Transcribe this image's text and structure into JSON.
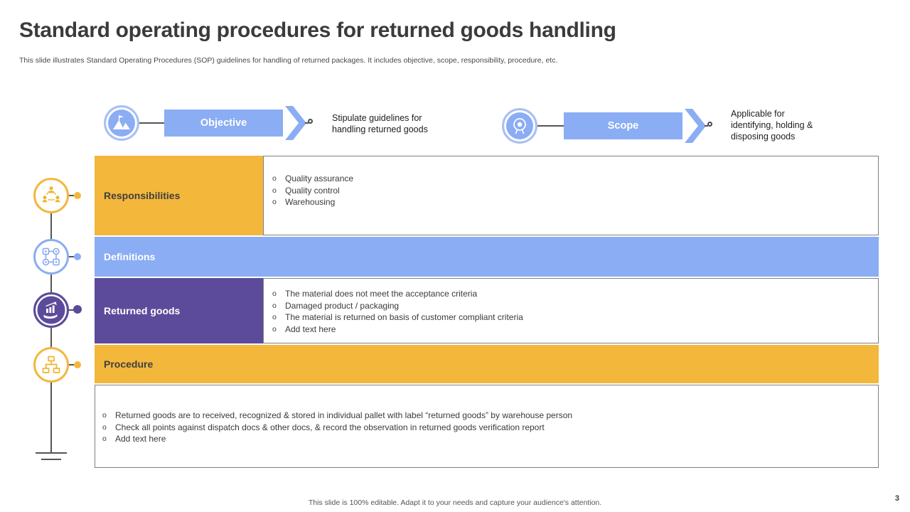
{
  "slide": {
    "title": "Standard operating procedures for returned goods handling",
    "subtitle": "This slide illustrates Standard Operating Procedures (SOP) guidelines for handling of returned packages. It includes objective, scope, responsibility, procedure, etc.",
    "footer": "This slide is 100% editable. Adapt it to your needs and capture your audience's attention.",
    "page_number": "3"
  },
  "flow": {
    "objective": {
      "label": "Objective",
      "description": "Stipulate guidelines for handling returned goods",
      "icon": "mountain-flag-icon"
    },
    "scope": {
      "label": "Scope",
      "description": "Applicable for identifying, holding & disposing goods",
      "icon": "target-seal-icon"
    }
  },
  "table": {
    "responsibilities": {
      "header": "Responsibilities",
      "icon": "team-icon",
      "items": [
        "Quality assurance",
        "Quality control",
        "Warehousing"
      ]
    },
    "definitions": {
      "header": "Definitions",
      "icon": "process-icon"
    },
    "returned_goods": {
      "header": "Returned goods",
      "icon": "growth-hand-icon",
      "items": [
        "The material does not meet the acceptance criteria",
        "Damaged product / packaging",
        "The material is returned on basis of customer compliant criteria",
        "Add text here"
      ]
    },
    "procedure": {
      "header": "Procedure",
      "icon": "flowchart-icon"
    },
    "procedure_details": {
      "items": [
        "Returned goods are to received, recognized & stored in individual pallet with label “returned goods” by warehouse person",
        "Check all points against dispatch docs & other docs, & record the observation in returned goods verification report",
        "Add text here"
      ]
    }
  },
  "colors": {
    "yellow": "#F3B73C",
    "blue": "#8BADF4",
    "purple": "#5C4B9B",
    "text_dark": "#3F3F3F"
  }
}
